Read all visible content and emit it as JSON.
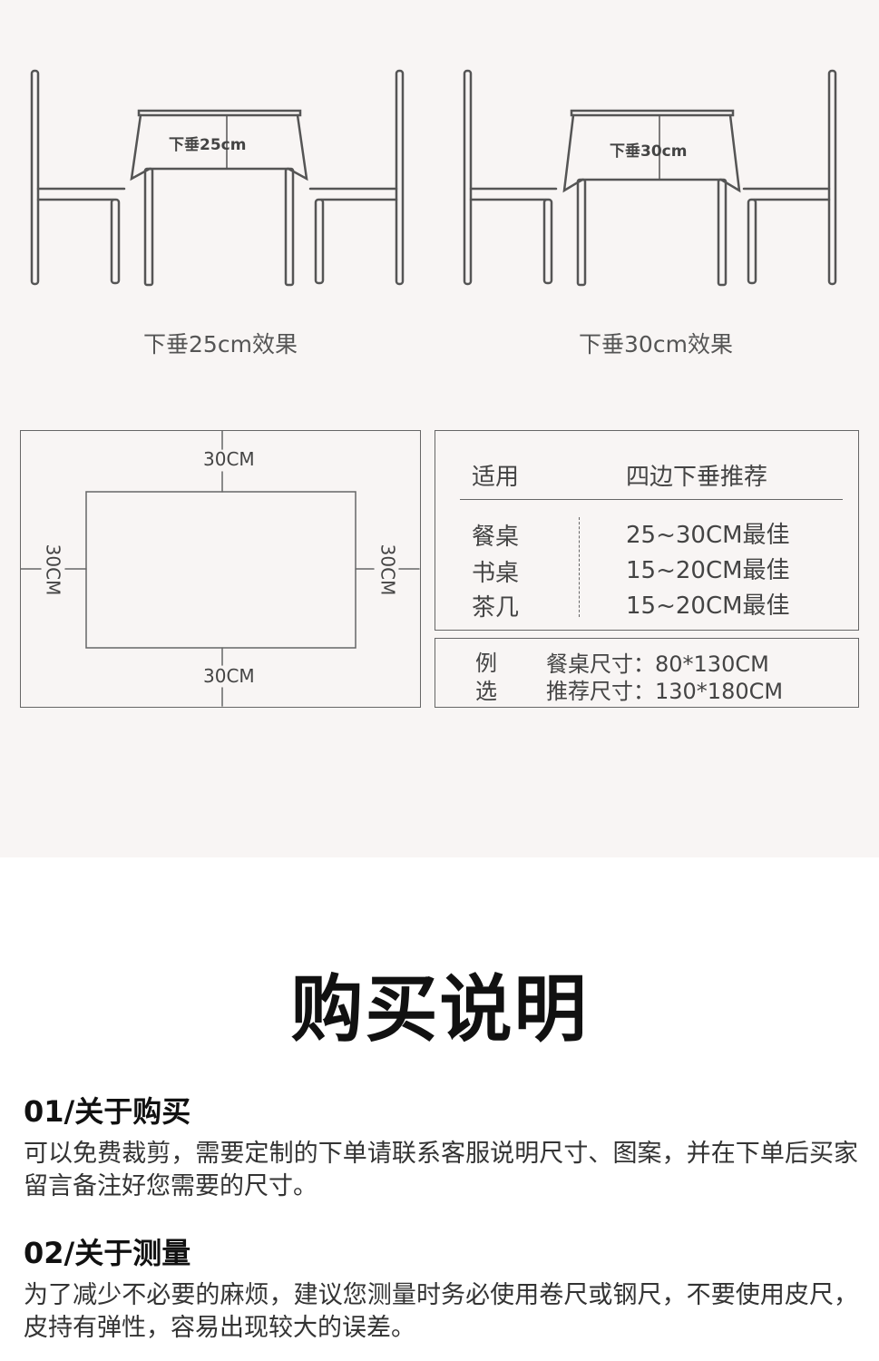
{
  "drape_examples": [
    {
      "label": "下垂25cm",
      "caption": "下垂25cm效果"
    },
    {
      "label": "下垂30cm",
      "caption": "下垂30cm效果"
    }
  ],
  "diagram": {
    "top": "30CM",
    "bottom": "30CM",
    "left": "30CM",
    "right": "30CM"
  },
  "recommend_table": {
    "header_left": "适用",
    "header_right": "四边下垂推荐",
    "rows": [
      {
        "use": "餐桌",
        "value": "25~30CM最佳"
      },
      {
        "use": "书桌",
        "value": "15~20CM最佳"
      },
      {
        "use": "茶几",
        "value": "15~20CM最佳"
      }
    ]
  },
  "example": {
    "label_1": "例",
    "label_2": "选",
    "line_1": "餐桌尺寸：80*130CM",
    "line_2": "推荐尺寸：130*180CM"
  },
  "purchase": {
    "title": "购买说明",
    "sections": [
      {
        "heading": "01/关于购买",
        "text": "可以免费裁剪，需要定制的下单请联系客服说明尺寸、图案，并在下单后买家留言备注好您需要的尺寸。"
      },
      {
        "heading": "02/关于测量",
        "text": "为了减少不必要的麻烦，建议您测量时务必使用卷尺或钢尺，不要使用皮尺，皮持有弹性，容易出现较大的误差。"
      }
    ]
  }
}
